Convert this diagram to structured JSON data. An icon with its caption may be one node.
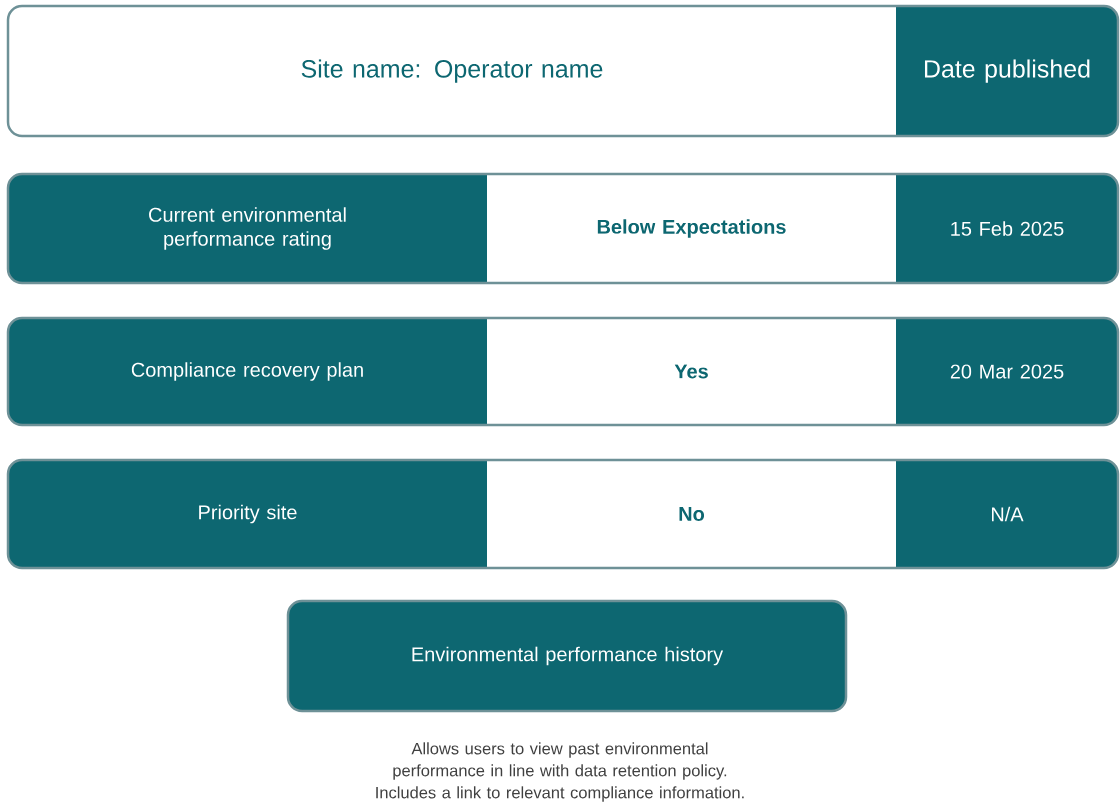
{
  "diagram": {
    "nodes": [
      {
        "text": [
          "Site name: Operator name"
        ]
      },
      {
        "text": [
          "Date published"
        ]
      },
      {
        "text": [
          "Current environmental performance rating"
        ]
      },
      {
        "text": [
          "Below Expectations"
        ]
      },
      {
        "text": [
          "15 Feb 2025"
        ]
      },
      {
        "text": [
          "Compliance recovery plan"
        ]
      },
      {
        "text": [
          "Yes"
        ]
      },
      {
        "text": [
          "20 Mar 2025"
        ]
      },
      {
        "text": [
          "Priority site"
        ]
      },
      {
        "text": [
          "No"
        ]
      },
      {
        "text": [
          "N/A"
        ]
      },
      {
        "text": [
          "Environmental performance history"
        ]
      }
    ],
    "labels": [
      "Allows users to view past environmental performance in line with data retention policy. Includes a link to relevant compliance information."
    ]
  }
}
